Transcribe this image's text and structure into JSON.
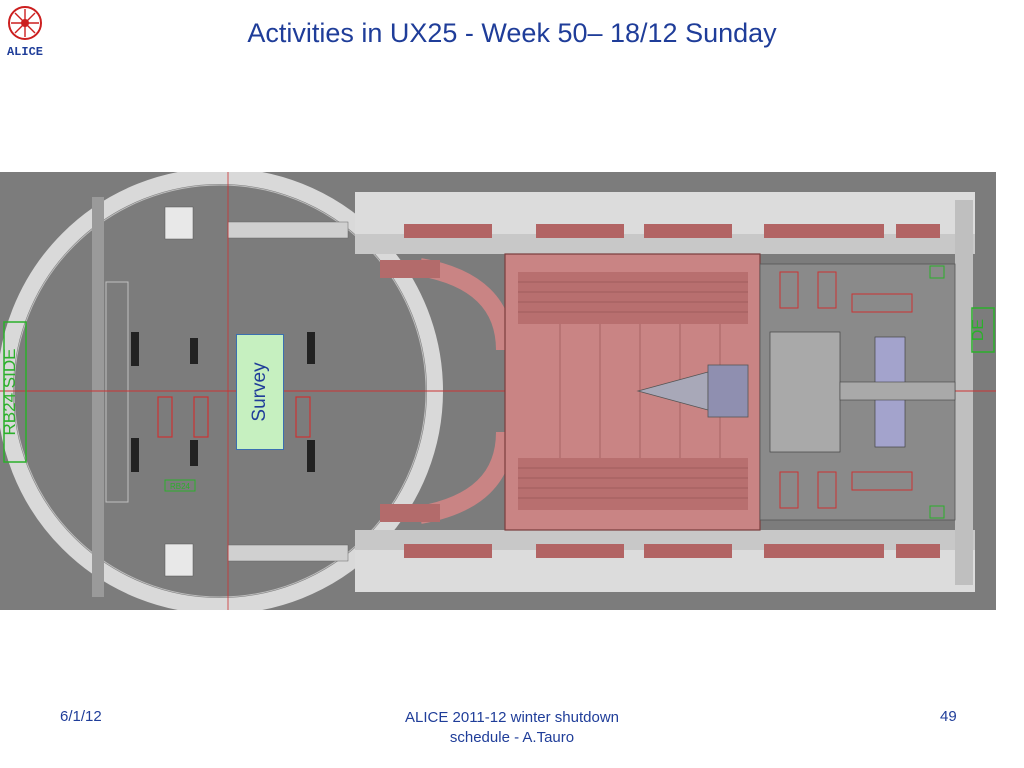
{
  "slide": {
    "title": "Activities in UX25 - Week 50– 18/12 Sunday",
    "logo_text": "ALICE"
  },
  "diagram": {
    "area_label": "Survey",
    "side_label_left": "RB24 SIDE",
    "side_label_right": "DE",
    "small_tag": "RB24"
  },
  "footer": {
    "date": "6/1/12",
    "center_line1": "ALICE 2011-12 winter shutdown",
    "center_line2": "schedule - A.Tauro",
    "page": "49"
  },
  "colors": {
    "title": "#1f3d99",
    "floor": "#7c7c7c",
    "magnet": "#c98484",
    "magnet_dark": "#9a5656",
    "survey_fill": "#c6f0c0",
    "green_marker": "#2bb02b"
  }
}
